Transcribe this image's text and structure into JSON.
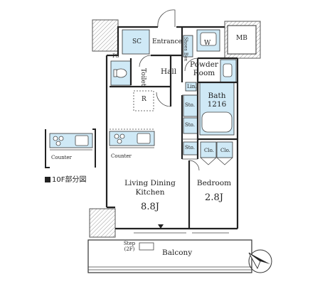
{
  "rooms": {
    "sc": "SC",
    "entrance": "Entrance",
    "shoes_box": "Shoes Box",
    "w": "W",
    "mb": "MB",
    "ps": "PS",
    "powder_room_line1": "Powder",
    "powder_room_line2": "Room",
    "toilet": "Toilet",
    "hall": "Hall",
    "lin": "Lin.",
    "r": "R",
    "bath": "Bath",
    "bath_size": "1216",
    "sto_1": "Sto.",
    "sto_2": "Sto.",
    "sto_3": "Sto.",
    "clo_1": "Clo.",
    "clo_2": "Clo.",
    "counter_main": "Counter",
    "counter_inset": "Counter",
    "living_line1": "Living Dining",
    "living_line2": "Kitchen",
    "living_size": "8.8J",
    "bedroom": "Bedroom",
    "bedroom_size": "2.8J",
    "step_line1": "Step",
    "step_line2": "(2F)",
    "balcony": "Balcony"
  },
  "legend": {
    "inset_label": "10F部分図"
  },
  "colors": {
    "wall": "#222222",
    "wet_area": "#cfe9f6",
    "hatch": "#999999"
  },
  "icons": {
    "compass": "north-arrow-icon"
  }
}
